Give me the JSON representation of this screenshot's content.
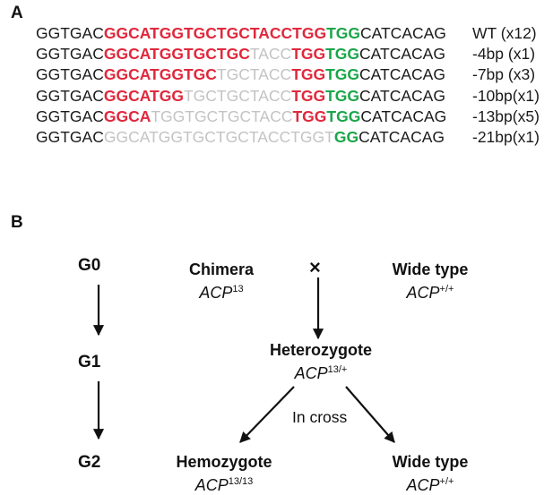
{
  "panel_a": {
    "label": "A",
    "rows": [
      {
        "segments": [
          {
            "t": "GGTGAC",
            "c": "k"
          },
          {
            "t": "GGCATGGTGCTGCTACCTGG",
            "c": "r"
          },
          {
            "t": "TGG",
            "c": "g"
          },
          {
            "t": "CATCACAG",
            "c": "k"
          }
        ],
        "allele": "WT  (x12)"
      },
      {
        "segments": [
          {
            "t": "GGTGAC",
            "c": "k"
          },
          {
            "t": "GGCATGGTGCTGC",
            "c": "r"
          },
          {
            "t": "TACC",
            "c": "d"
          },
          {
            "t": "TGG",
            "c": "r"
          },
          {
            "t": "TGG",
            "c": "g"
          },
          {
            "t": "CATCACAG",
            "c": "k"
          }
        ],
        "allele": "-4bp  (x1)"
      },
      {
        "segments": [
          {
            "t": "GGTGAC",
            "c": "k"
          },
          {
            "t": "GGCATGGTGC",
            "c": "r"
          },
          {
            "t": "TGCTACC",
            "c": "d"
          },
          {
            "t": "TGG",
            "c": "r"
          },
          {
            "t": "TGG",
            "c": "g"
          },
          {
            "t": "CATCACAG",
            "c": "k"
          }
        ],
        "allele": "-7bp  (x3)"
      },
      {
        "segments": [
          {
            "t": "GGTGAC",
            "c": "k"
          },
          {
            "t": "GGCATGG",
            "c": "r"
          },
          {
            "t": "TGCTGCTACC",
            "c": "d"
          },
          {
            "t": "TGG",
            "c": "r"
          },
          {
            "t": "TGG",
            "c": "g"
          },
          {
            "t": "CATCACAG",
            "c": "k"
          }
        ],
        "allele": "-10bp(x1)"
      },
      {
        "segments": [
          {
            "t": "GGTGAC",
            "c": "k"
          },
          {
            "t": "GGCA",
            "c": "r"
          },
          {
            "t": "TGGTGCTGCTACC",
            "c": "d"
          },
          {
            "t": "TGG",
            "c": "r"
          },
          {
            "t": "TGG",
            "c": "g"
          },
          {
            "t": "CATCACAG",
            "c": "k"
          }
        ],
        "allele": "-13bp(x5)"
      },
      {
        "segments": [
          {
            "t": "GGTGAC",
            "c": "k"
          },
          {
            "t": "GGCATGGTGCTGCTACCTGGT",
            "c": "d"
          },
          {
            "t": "GG",
            "c": "g"
          },
          {
            "t": "CATCACAG",
            "c": "k"
          }
        ],
        "allele": "-21bp(x1)"
      }
    ]
  },
  "panel_b": {
    "label": "B",
    "generations": [
      "G0",
      "G1",
      "G2"
    ],
    "chimera": {
      "name": "Chimera",
      "gene": "ACP",
      "sup": "13"
    },
    "cross_symbol": "×",
    "wild_type_parent": {
      "name": "Wide type",
      "gene": "ACP",
      "sup": "+/+"
    },
    "heterozygote": {
      "name": "Heterozygote",
      "gene": "ACP",
      "sup": "13/+"
    },
    "in_cross": "In cross",
    "hemozygote": {
      "name": "Hemozygote",
      "gene": "ACP",
      "sup": "13/13"
    },
    "wild_type_offspring": {
      "name": "Wide type",
      "gene": "ACP",
      "sup": "+/+"
    }
  }
}
